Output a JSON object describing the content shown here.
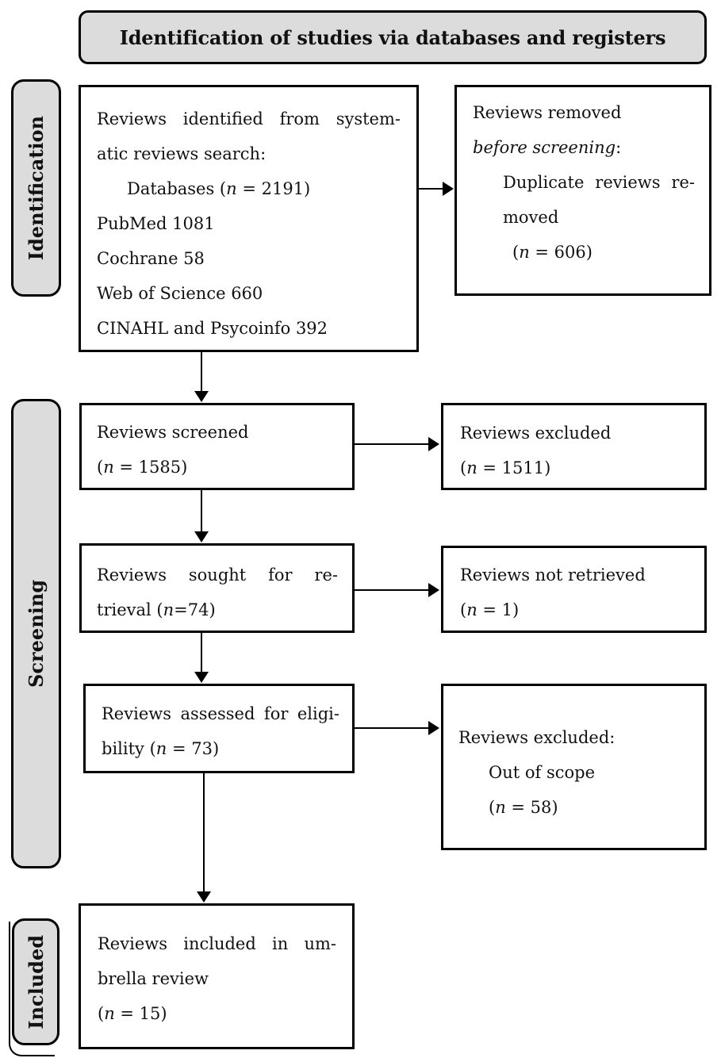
{
  "header": {
    "title": "Identification of studies via databases and registers"
  },
  "sidebar": {
    "identification": "Identification",
    "screening": "Screening",
    "included": "Included"
  },
  "boxes": {
    "identified": {
      "lines": [
        [
          {
            "t": "Reviews identified from system-"
          }
        ],
        [
          {
            "t": "atic reviews search:"
          }
        ],
        [
          {
            "t": "Databases ("
          },
          {
            "t": "n",
            "i": true
          },
          {
            "t": " = 2191)"
          }
        ],
        [
          {
            "t": "PubMed 1081"
          }
        ],
        [
          {
            "t": "Cochrane 58"
          }
        ],
        [
          {
            "t": "Web of Science 660"
          }
        ],
        [
          {
            "t": "CINAHL and Psycoinfo 392"
          }
        ]
      ]
    },
    "removed": {
      "lines": [
        [
          {
            "t": "Reviews removed"
          }
        ],
        [
          {
            "t": "before screening",
            "i": true
          },
          {
            "t": ":"
          }
        ],
        [
          {
            "t": "Duplicate reviews re-"
          }
        ],
        [
          {
            "t": "moved"
          }
        ],
        [
          {
            "t": "("
          },
          {
            "t": "n",
            "i": true
          },
          {
            "t": " = 606)"
          }
        ]
      ]
    },
    "screened": {
      "lines": [
        [
          {
            "t": "Reviews screened"
          }
        ],
        [
          {
            "t": "("
          },
          {
            "t": "n",
            "i": true
          },
          {
            "t": " = 1585)"
          }
        ]
      ]
    },
    "excluded_screening": {
      "lines": [
        [
          {
            "t": "Reviews excluded"
          }
        ],
        [
          {
            "t": "("
          },
          {
            "t": "n",
            "i": true
          },
          {
            "t": " = 1511)"
          }
        ]
      ]
    },
    "sought": {
      "lines": [
        [
          {
            "t": "Reviews sought for re-"
          }
        ],
        [
          {
            "t": "trieval ("
          },
          {
            "t": "n",
            "i": true
          },
          {
            "t": "=74)"
          }
        ]
      ]
    },
    "not_retrieved": {
      "lines": [
        [
          {
            "t": "Reviews not retrieved"
          }
        ],
        [
          {
            "t": "("
          },
          {
            "t": "n",
            "i": true
          },
          {
            "t": " = 1)"
          }
        ]
      ]
    },
    "assessed": {
      "lines": [
        [
          {
            "t": "Reviews assessed for eligi-"
          }
        ],
        [
          {
            "t": "bility ("
          },
          {
            "t": "n",
            "i": true
          },
          {
            "t": " = 73)"
          }
        ]
      ]
    },
    "excluded_eligibility": {
      "lines": [
        [
          {
            "t": "Reviews excluded:"
          }
        ],
        [
          {
            "t": "Out of scope"
          }
        ],
        [
          {
            "t": "("
          },
          {
            "t": "n",
            "i": true
          },
          {
            "t": " = 58)"
          }
        ]
      ]
    },
    "included": {
      "lines": [
        [
          {
            "t": "Reviews included in um-"
          }
        ],
        [
          {
            "t": "brella review"
          }
        ],
        [
          {
            "t": "("
          },
          {
            "t": "n",
            "i": true
          },
          {
            "t": " = 15)"
          }
        ]
      ]
    }
  },
  "colors": {
    "label_fill": "#dcdcdc",
    "box_fill": "#ffffff",
    "border": "#000000",
    "text": "#111111"
  }
}
